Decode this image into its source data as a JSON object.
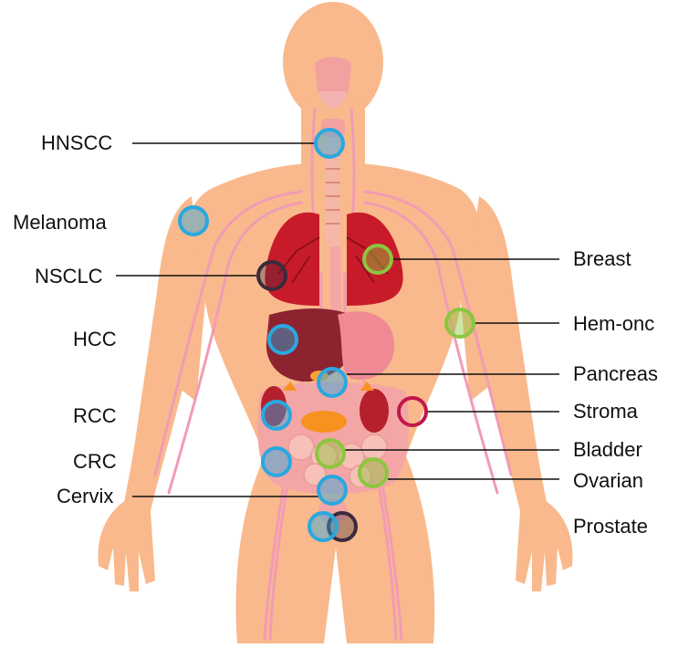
{
  "labels": {
    "hnscc": "HNSCC",
    "melanoma": "Melanoma",
    "nsclc": "NSCLC",
    "hcc": "HCC",
    "rcc": "RCC",
    "crc": "CRC",
    "cervix": "Cervix",
    "breast": "Breast",
    "hem_onc": "Hem-onc",
    "pancreas": "Pancreas",
    "stroma": "Stroma",
    "bladder": "Bladder",
    "ovarian": "Ovarian",
    "prostate": "Prostate"
  },
  "colors": {
    "skin": "#f9b98c",
    "vessel": "#f29bb4",
    "lung": "#c81b2a",
    "liver": "#8e2330",
    "stomach": "#ef8a95",
    "intestine": "#f4a6a6",
    "kidney": "#b61f2c",
    "pancreas": "#f7921e",
    "marker_blue": "#29a8e0",
    "marker_green": "#8cc63f",
    "marker_dark": "#3b2a3d",
    "marker_crimson": "#c0174b",
    "line": "#111111"
  },
  "markers": [
    {
      "id": "hnscc",
      "color": "blue"
    },
    {
      "id": "melanoma",
      "color": "blue"
    },
    {
      "id": "nsclc",
      "color": "dark"
    },
    {
      "id": "breast",
      "color": "green"
    },
    {
      "id": "hem_onc",
      "color": "green"
    },
    {
      "id": "hcc",
      "color": "blue"
    },
    {
      "id": "pancreas",
      "color": "blue"
    },
    {
      "id": "stroma",
      "color": "crimson"
    },
    {
      "id": "rcc",
      "color": "blue"
    },
    {
      "id": "bladder",
      "color": "green"
    },
    {
      "id": "crc",
      "color": "blue"
    },
    {
      "id": "ovarian",
      "color": "green"
    },
    {
      "id": "cervix",
      "color": "blue"
    },
    {
      "id": "prostate_blue",
      "color": "blue"
    },
    {
      "id": "prostate_dark",
      "color": "dark"
    }
  ]
}
